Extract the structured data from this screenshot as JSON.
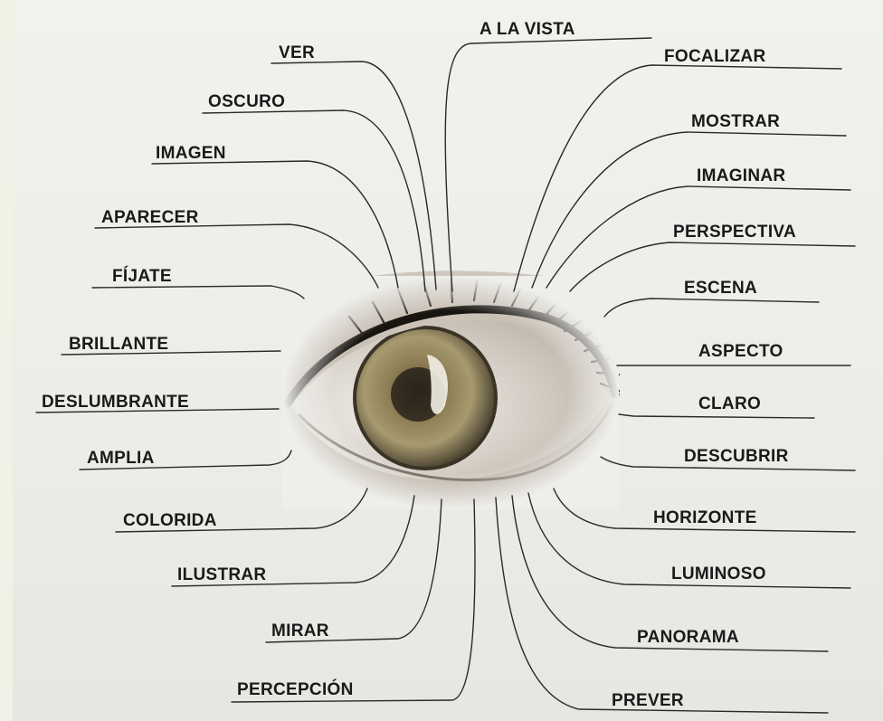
{
  "labels": {
    "ver": "VER",
    "oscuro": "OSCURO",
    "imagen": "IMAGEN",
    "aparecer": "APARECER",
    "fijate": "FÍJATE",
    "brillante": "BRILLANTE",
    "deslumbrante": "DESLUMBRANTE",
    "amplia": "AMPLIA",
    "colorida": "COLORIDA",
    "ilustrar": "ILUSTRAR",
    "mirar": "MIRAR",
    "percepcion": "PERCEPCIÓN",
    "a_la_vista": "A LA VISTA",
    "focalizar": "FOCALIZAR",
    "mostrar": "MOSTRAR",
    "imaginar": "IMAGINAR",
    "perspectiva": "PERSPECTIVA",
    "escena": "ESCENA",
    "aspecto": "ASPECTO",
    "claro": "CLARO",
    "descubrir": "DESCUBRIR",
    "horizonte": "HORIZONTE",
    "luminoso": "LUMINOSO",
    "panorama": "PANORAMA",
    "prever": "PREVER"
  },
  "colors": {
    "text": "#1a1a1a",
    "line": "#2a2a2a",
    "iris": "#8a7a52",
    "pupil": "#1c1712",
    "skin": "#cfc4b8"
  },
  "icons": [
    "eye-photo"
  ]
}
